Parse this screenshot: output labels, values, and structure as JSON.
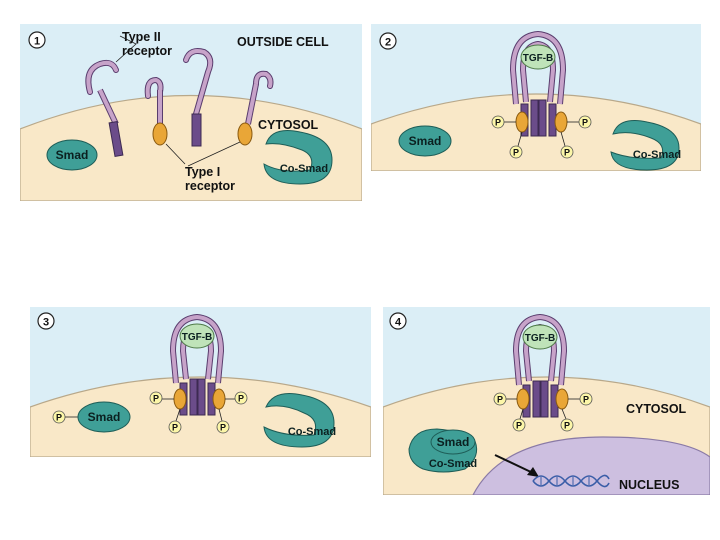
{
  "colors": {
    "outside": "#dbeef6",
    "cytosol": "#f9e8c8",
    "membrane_edge": "#b8a88a",
    "receptor_ii": "#c7a3c9",
    "receptor_i_dark": "#6b4c8a",
    "receptor_i_kinase": "#e9a637",
    "smad": "#3f9f97",
    "smad_edge": "#1e5d57",
    "tgfb": "#bfe3b9",
    "phosphate": "#fcf6a8",
    "nucleus": "#cdbfe0",
    "dna": "#3b5ea8"
  },
  "panel1": {
    "step": "1",
    "type_ii_label_line1": "Type II",
    "type_ii_label_line2": "receptor",
    "outside_label": "OUTSIDE CELL",
    "cytosol_label": "CYTOSOL",
    "smad_label": "Smad",
    "cosmad_label": "Co-Smad",
    "type_i_label_line1": "Type I",
    "type_i_label_line2": "receptor"
  },
  "panel2": {
    "step": "2",
    "ligand_label": "TGF-B",
    "smad_label": "Smad",
    "cosmad_label": "Co-Smad",
    "phosphate_label": "P"
  },
  "panel3": {
    "step": "3",
    "ligand_label": "TGF-B",
    "smad_label": "Smad",
    "cosmad_label": "Co-Smad",
    "phosphate_label": "P"
  },
  "panel4": {
    "step": "4",
    "ligand_label": "TGF-B",
    "smad_label": "Smad",
    "cosmad_label": "Co-Smad",
    "cytosol_label": "CYTOSOL",
    "nucleus_label": "NUCLEUS",
    "phosphate_label": "P"
  }
}
